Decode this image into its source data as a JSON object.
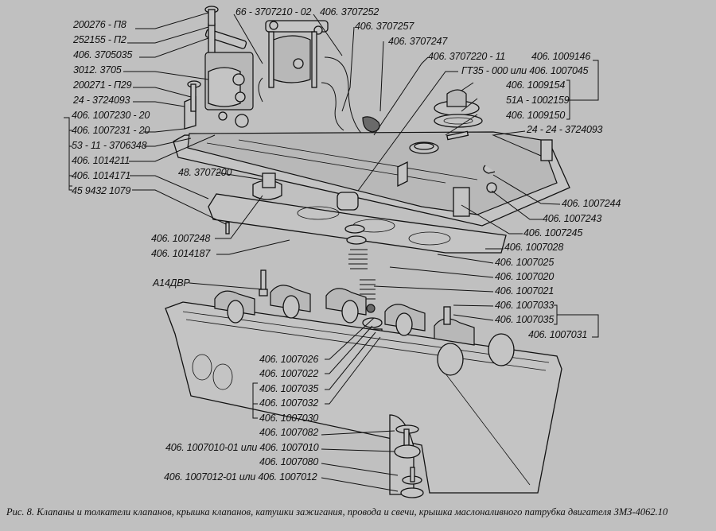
{
  "figure": {
    "caption": "Рис. 8. Клапаны и толкатели клапанов, крышка клапанов, катушки зажигания, провода и свечи, крышка маслоналивного патрубка двигателя ЗМЗ-4062.10",
    "background_color": "#c0c0c0",
    "ink_color": "#111111"
  },
  "labels": {
    "left": [
      "200276 - П8",
      "252155 - П2",
      "406. 3705035",
      "3012. 3705",
      "200271 - П29",
      "24 - 3724093",
      "406. 1007230 - 20",
      "406. 1007231 - 20",
      "53 - 11 - 3706348",
      "406. 1014211",
      "406. 1014171",
      "45 9432 1079"
    ],
    "top": [
      "66 - 3707210 - 02",
      "406. 3707252",
      "406. 3707257",
      "406. 3707247",
      "406. 3707220 - 11"
    ],
    "top_right": [
      "ГТ35 - 000 или 406. 1007045",
      "406. 1009146",
      "406. 1009154",
      "51А - 1002159",
      "406. 1009150",
      "24 - 24 - 3724093"
    ],
    "right": [
      "406. 1007244",
      "406. 1007243",
      "406. 1007245",
      "406. 1007028",
      "406. 1007025",
      "406. 1007020",
      "406. 1007021",
      "406. 1007033",
      "406. 1007035",
      "406. 1007031"
    ],
    "middle_left": [
      "48. 3707200",
      "406. 1007248",
      "406. 1014187",
      "А14ДВР"
    ],
    "center": [
      "406. 1007026",
      "406. 1007022",
      "406. 1007035",
      "406. 1007032",
      "406. 1007030",
      "406. 1007082",
      "406. 1007010-01 или 406. 1007010",
      "406. 1007080",
      "406. 1007012-01 или 406. 1007012"
    ]
  }
}
